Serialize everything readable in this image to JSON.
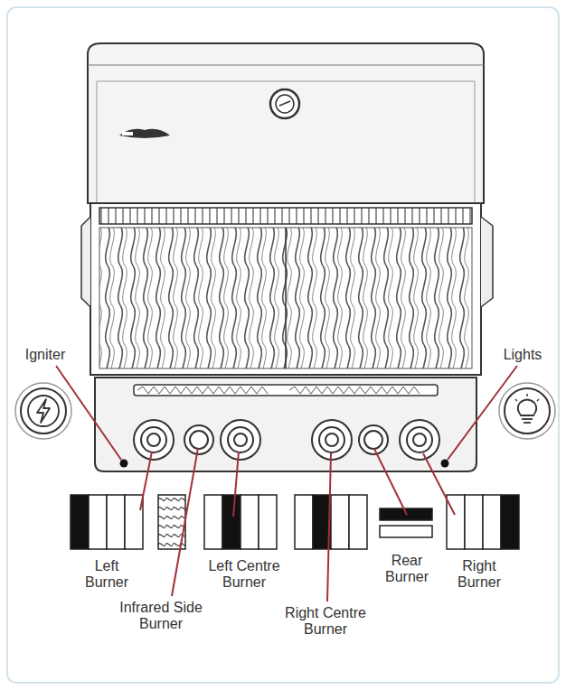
{
  "diagram": {
    "labels": [
      "Igniter",
      "Lights",
      "Left Burner",
      "Infrared Side Burner",
      "Left Centre Burner",
      "Rear Burner",
      "Right Burner",
      "Right Centre Burner"
    ]
  }
}
